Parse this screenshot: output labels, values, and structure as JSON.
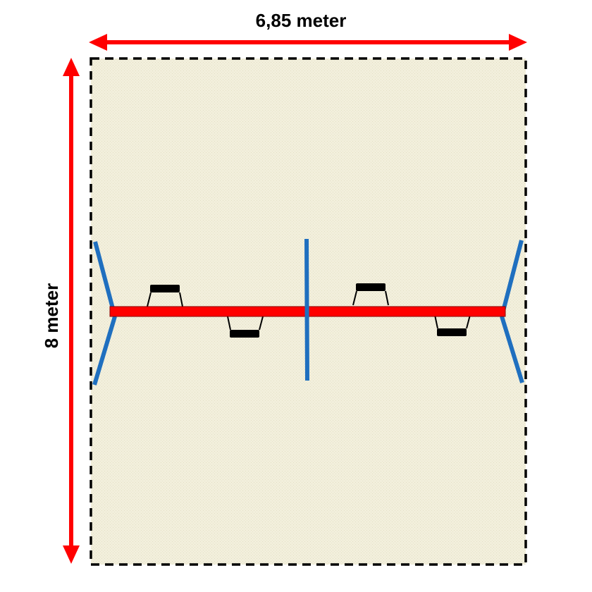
{
  "dimensions": {
    "width_label": "6,85 meter",
    "height_label": "8 meter"
  },
  "colors": {
    "area_fill": "#f2efdc",
    "area_border": "#000000",
    "dimension_arrow": "#ff0000",
    "beam": "#ff0000",
    "posts": "#1f6fbf",
    "seats": "#000000"
  },
  "icons": {
    "area": "dashed-rectangle",
    "beam": "red-horizontal-bar",
    "post": "blue-line",
    "seat": "swing-seat"
  }
}
